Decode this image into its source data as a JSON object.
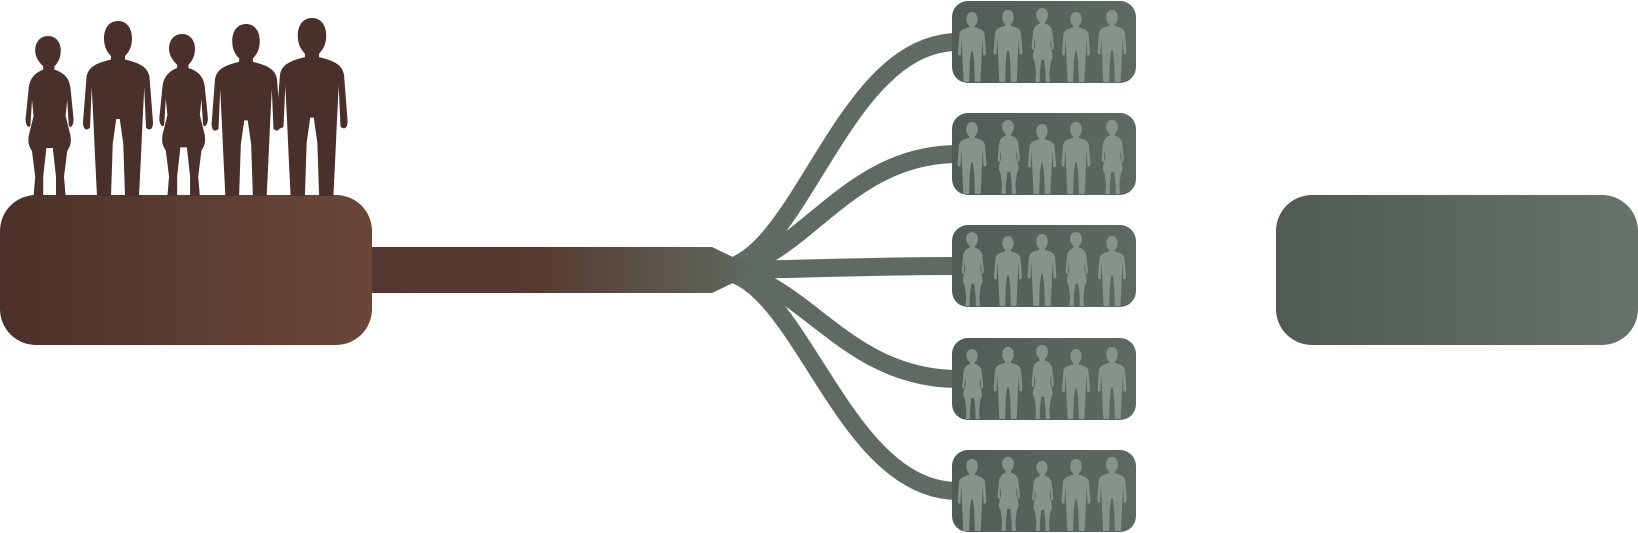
{
  "diagram": {
    "type": "one-to-many-distribution",
    "source": {
      "people_count": 5,
      "people": [
        "woman",
        "man",
        "woman",
        "man",
        "man"
      ],
      "color_start": "#4b3129",
      "color_end": "#6a4738"
    },
    "branches": [
      {
        "people": [
          "man",
          "man",
          "woman",
          "man",
          "man"
        ]
      },
      {
        "people": [
          "man",
          "woman",
          "man",
          "man",
          "woman"
        ]
      },
      {
        "people": [
          "woman",
          "man",
          "man",
          "woman",
          "man"
        ]
      },
      {
        "people": [
          "woman",
          "man",
          "woman",
          "man",
          "man"
        ]
      },
      {
        "people": [
          "man",
          "woman",
          "woman",
          "man",
          "man"
        ]
      }
    ],
    "branch_box_color": "#55625a",
    "branch_people_color": "#86938b",
    "connector_color": "#5f6b62",
    "target_box": {
      "color_start": "#4f5a52",
      "color_end": "#66736b"
    }
  }
}
